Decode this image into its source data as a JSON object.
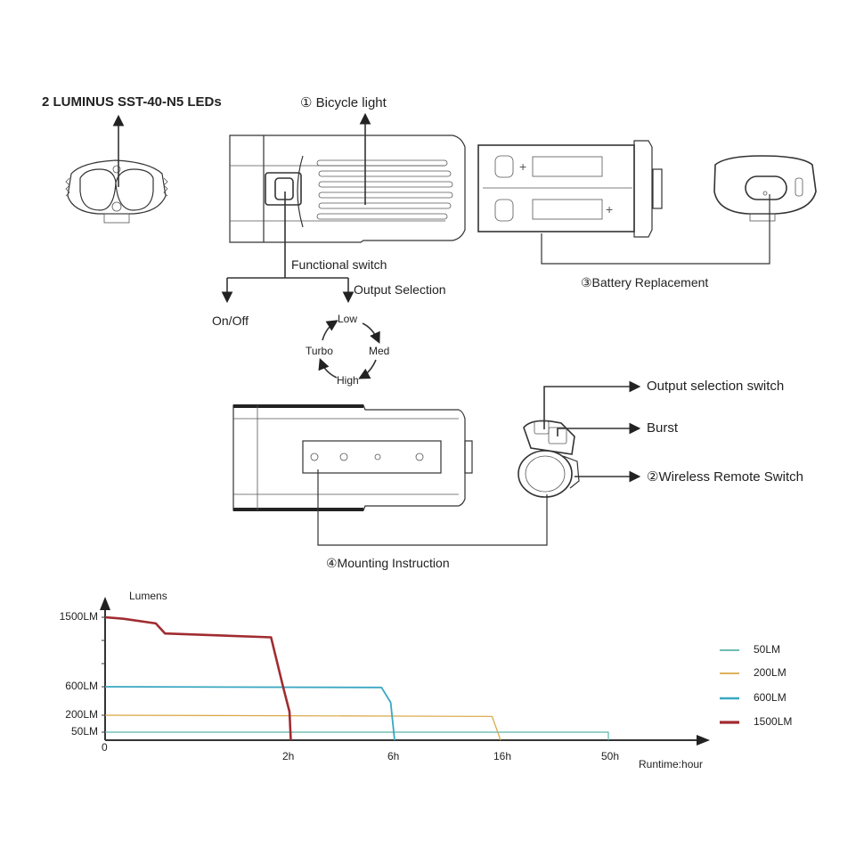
{
  "labels": {
    "leds": "2 LUMINUS SST-40-N5 LEDs",
    "bicycle_light": "① Bicycle light",
    "functional_switch": "Functional switch",
    "output_selection": "Output Selection",
    "on_off": "On/Off",
    "battery_replacement": "③Battery Replacement",
    "output_selection_switch": "Output selection switch",
    "burst": "Burst",
    "wireless_remote": "②Wireless Remote Switch",
    "mounting": "④Mounting Instruction"
  },
  "mode_cycle": [
    "Low",
    "Med",
    "High",
    "Turbo"
  ],
  "icons": {
    "front_view": "light-front-view-icon",
    "side_view": "light-side-view-icon",
    "battery_pack": "battery-pack-icon",
    "rear_view": "light-rear-view-icon",
    "bottom_view": "light-bottom-view-icon",
    "remote": "remote-switch-icon"
  },
  "chart_data": {
    "type": "line",
    "title": "",
    "ylabel": "Lumens",
    "xlabel": "Runtime:hour",
    "y_ticks": [
      "1500LM",
      "600LM",
      "200LM",
      "50LM"
    ],
    "y_tick_values": [
      1500,
      600,
      200,
      50
    ],
    "x_ticks": [
      "0",
      "2h",
      "6h",
      "16h",
      "50h"
    ],
    "x_tick_values": [
      0,
      2,
      6,
      16,
      50
    ],
    "legend_position": "right",
    "legend": [
      "50LM",
      "200LM",
      "600LM",
      "1500LM"
    ],
    "series": [
      {
        "name": "50LM",
        "color": "#5ab3a6",
        "points": [
          [
            0,
            50
          ],
          [
            50,
            50
          ],
          [
            50,
            0
          ]
        ]
      },
      {
        "name": "200LM",
        "color": "#d9a441",
        "points": [
          [
            0,
            200
          ],
          [
            15.2,
            190
          ],
          [
            16,
            0
          ]
        ]
      },
      {
        "name": "600LM",
        "color": "#3aa7c2",
        "points": [
          [
            0,
            600
          ],
          [
            5.5,
            590
          ],
          [
            5.85,
            380
          ],
          [
            6,
            0
          ]
        ]
      },
      {
        "name": "1500LM",
        "color": "#a02c30",
        "points": [
          [
            0,
            1500
          ],
          [
            0.2,
            1480
          ],
          [
            0.55,
            1420
          ],
          [
            0.65,
            1290
          ],
          [
            1.8,
            1240
          ],
          [
            1.93,
            600
          ],
          [
            2,
            250
          ],
          [
            2.05,
            0
          ]
        ]
      }
    ],
    "grid": false
  }
}
